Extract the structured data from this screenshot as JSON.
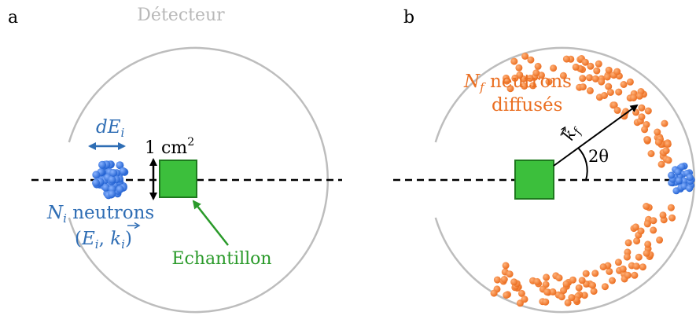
{
  "panel_a": {
    "letter": "a",
    "detector_label": "Détecteur",
    "energy_spread": {
      "var": "dE",
      "sub": "i"
    },
    "sample_area": {
      "value": "1 cm",
      "power": "2"
    },
    "neutrons_count": {
      "var": "N",
      "sub": "i",
      "text": " neutrons"
    },
    "neutrons_state": {
      "open": "(",
      "e_var": "E",
      "e_sub": "i",
      "sep": ", ",
      "k_var": "k",
      "k_sub": "i",
      "close": ")"
    },
    "sample_label": "Echantillon"
  },
  "panel_b": {
    "letter": "b",
    "scattered_count": {
      "var": "N",
      "sub": "f",
      "text": " neutrons"
    },
    "scattered_label": "diffusés",
    "wavevector": {
      "var": "k",
      "sub": "f"
    },
    "angle": {
      "value": "2θ"
    }
  },
  "colors": {
    "detector": "#bdbdbd",
    "sample_fill": "#3cbf3c",
    "sample_stroke": "#1e7a1e",
    "sample_label": "#2a9a2a",
    "incident_neutrons": "#2f6fd8",
    "incident_text": "#2e6db4",
    "scattered_neutrons": "#f07a2e",
    "scattered_text": "#ea6f22"
  }
}
